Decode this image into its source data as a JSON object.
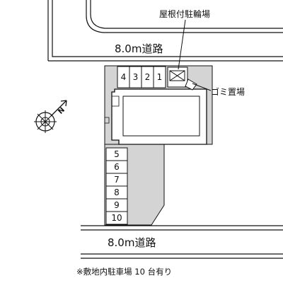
{
  "roads": {
    "top": "8.0m道路",
    "bottom": "8.0m道路"
  },
  "callouts": {
    "bike_shelter": "屋根付駐輪場",
    "garbage": "ゴミ置場"
  },
  "parking": {
    "upper": [
      "4",
      "3",
      "2",
      "1"
    ],
    "lower": [
      "5",
      "6",
      "7",
      "8",
      "9",
      "10"
    ]
  },
  "compass": {
    "north_label": "N"
  },
  "note": "※敷地内駐車場 10 台有り",
  "colors": {
    "site": "#d4d4d4",
    "building": "#ffffff",
    "lines": "#111111"
  }
}
